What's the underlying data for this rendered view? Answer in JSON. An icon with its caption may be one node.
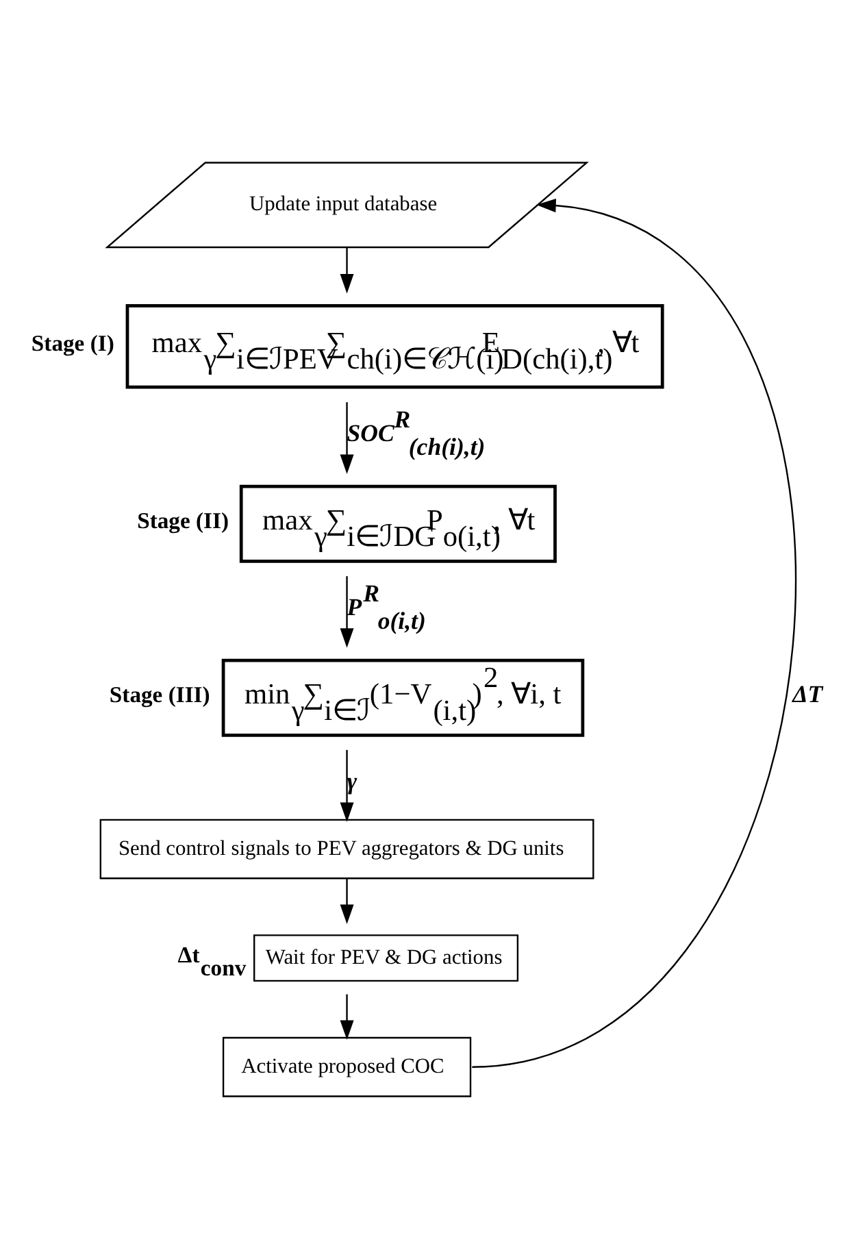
{
  "diagram": {
    "nodes": [
      {
        "text": [
          "Update input database"
        ]
      },
      {
        "text": [
          "max$_{γ}$∑$_{i∈ℐPEV}$∑$_{ch(i)∈𝒞ℋ(i)}$E$_{D(ch(i),t)}$, ∀t"
        ],
        "beside": [
          "Stage (I)"
        ]
      },
      {
        "text": [
          "max$_{γ}$∑$_{i∈ℐDG}$P$_{o(i,t)}$, ∀t"
        ],
        "beside": [
          "Stage (II)"
        ]
      },
      {
        "text": [
          "min$_{γ}$∑$_{i∈ℐ}$(1−V$_{(i,t)}$)$^{2}$, ∀i, t"
        ],
        "beside": [
          "Stage (III)"
        ]
      },
      {
        "text": [
          "Send control signals to PEV aggregators & DG units"
        ]
      },
      {
        "text": [
          "Wait for PEV & DG actions"
        ],
        "beside": [
          "Δt$_{conv}$"
        ]
      },
      {
        "text": [
          "Activate proposed COC"
        ]
      }
    ],
    "edges": [
      {
        "from": 0,
        "to": 1,
        "arrow": "to"
      },
      {
        "from": 1,
        "to": 2,
        "arrow": "to",
        "label": "SOC$^{R}$$_{(ch(i),t)}$"
      },
      {
        "from": 2,
        "to": 3,
        "arrow": "to",
        "label": "P$^{R}$$_{o(i,t)}$"
      },
      {
        "from": 3,
        "to": 4,
        "arrow": "to",
        "label": "γ"
      },
      {
        "from": 4,
        "to": 5,
        "arrow": "to"
      },
      {
        "from": 5,
        "to": 6,
        "arrow": "to"
      },
      {
        "from": 6,
        "to": 0,
        "arrow": "to",
        "label": "ΔT"
      }
    ]
  }
}
